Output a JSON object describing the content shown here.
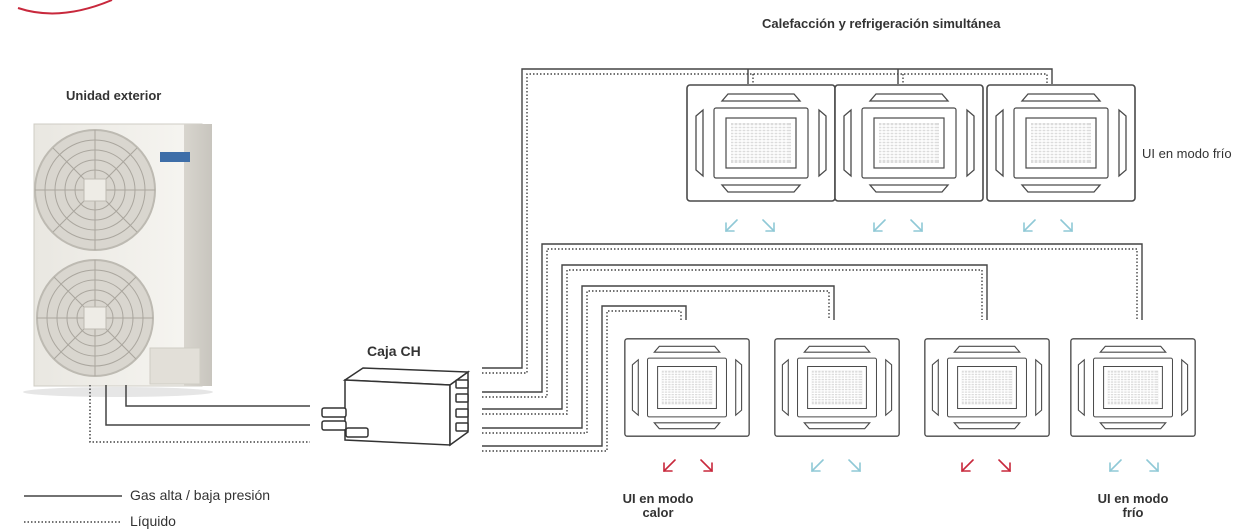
{
  "title": "Calefacción y refrigeración simultánea",
  "outdoor_unit": {
    "label": "Unidad exterior"
  },
  "ch_box": {
    "label": "Caja CH"
  },
  "labels": {
    "top_row": "UI en modo frío",
    "bottom_heat_line1": "UI en modo",
    "bottom_heat_line2": "calor",
    "bottom_cold_line1": "UI en modo",
    "bottom_cold_line2": "frío"
  },
  "legend": {
    "gas": "Gas alta / baja presión",
    "liquid": "Líquido"
  },
  "indoor_units": [
    {
      "row": "top",
      "mode": "cold"
    },
    {
      "row": "top",
      "mode": "cold"
    },
    {
      "row": "top",
      "mode": "cold"
    },
    {
      "row": "bottom",
      "mode": "heat"
    },
    {
      "row": "bottom",
      "mode": "cold"
    },
    {
      "row": "bottom",
      "mode": "heat"
    },
    {
      "row": "bottom",
      "mode": "cold"
    }
  ],
  "colors": {
    "cold_arrow": "#8fc9d6",
    "heat_arrow": "#c8283c",
    "pipe": "#444444",
    "brand": "#c8283c"
  }
}
